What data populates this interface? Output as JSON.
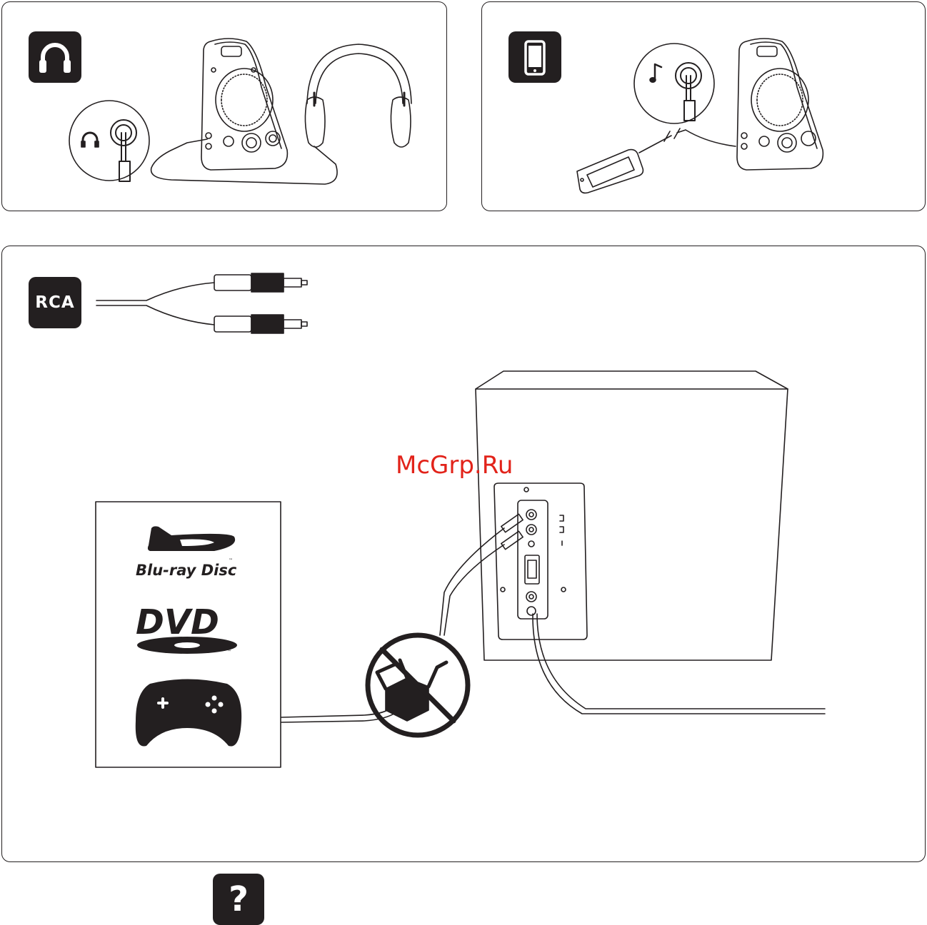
{
  "panels": {
    "headphones": {
      "icon": "headphones-icon"
    },
    "mobile": {
      "icon": "smartphone-icon"
    },
    "rca": {
      "badge_label": "RCA"
    }
  },
  "watermark": "McGrp.Ru",
  "sources": {
    "bluray_label": "Blu-ray Disc",
    "dvd_label": "DVD",
    "trademark": "™",
    "gamepad_icon": "gamepad-icon"
  },
  "help": {
    "badge_label": "?"
  },
  "colors": {
    "ink": "#231f20",
    "watermark": "#e2231a",
    "background": "#ffffff"
  }
}
